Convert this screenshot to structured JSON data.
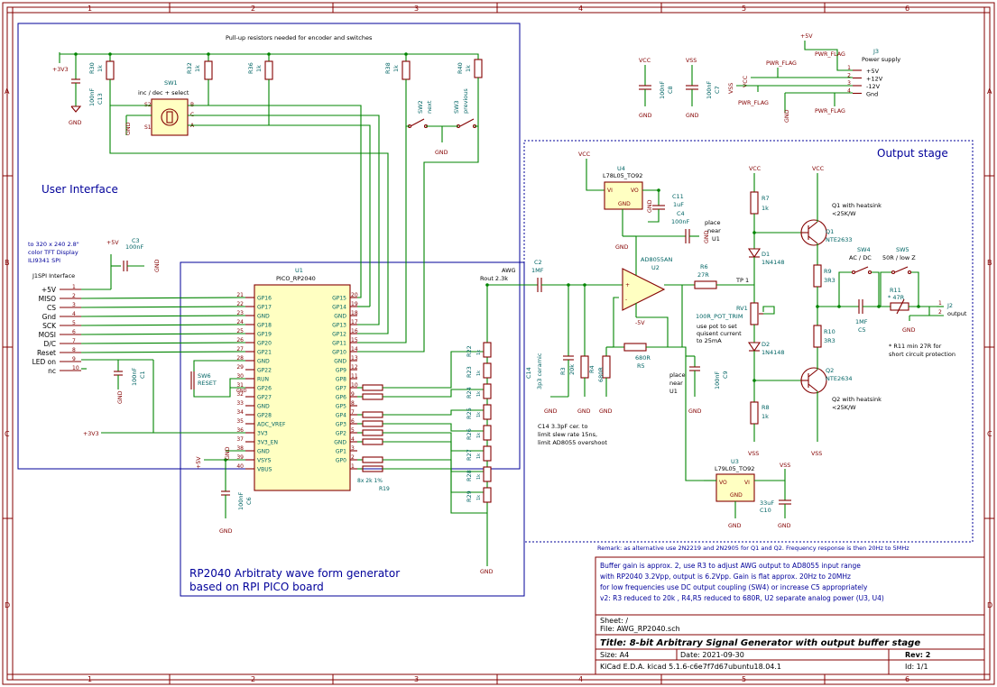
{
  "frame": {
    "cols": [
      "1",
      "2",
      "3",
      "4",
      "5",
      "6"
    ],
    "rows": [
      "A",
      "B",
      "C",
      "D"
    ]
  },
  "boxes": {
    "user_interface": "User Interface",
    "pullups": "Pull-up resistors needed for encoder and switches",
    "rp2040_title_1": "RP2040 Arbitraty wave form generator",
    "rp2040_title_2": "based on RPI PICO board",
    "output_stage": "Output stage"
  },
  "power_labels": {
    "p3v3_1": "+3V3",
    "p3v3_2": "+3V3",
    "p5v_1": "+5V",
    "p5v_2": "+5V",
    "p5v_3": "+5V",
    "vcc_1": "VCC",
    "vcc_2": "VCC",
    "vcc_3": "VCC",
    "vcc_4": "VCC",
    "vcc_5": "VCC",
    "vss_1": "VSS",
    "vss_2": "VSS",
    "vss_3": "VSS",
    "vss_4": "VSS",
    "vss_5": "VSS",
    "gnd": "GND",
    "minus5": "-5V",
    "pwr_flag": "PWR_FLAG"
  },
  "display": {
    "title": "to 320 x 240 2.8\"",
    "line2": "color TFT Display",
    "line3": "ILI9341 SPI",
    "connector": "J1SPI Interface",
    "pins": [
      "+5V",
      "MISO",
      "CS",
      "Gnd",
      "SCK",
      "MOSI",
      "D/C",
      "Reset",
      "LED on",
      "nc"
    ]
  },
  "pico": {
    "ref": "U1",
    "value": "PICO_RP2040",
    "left_pins": [
      "GP16",
      "GP17",
      "GND",
      "GP18",
      "GP19",
      "GP20",
      "GP21",
      "GND",
      "GP22",
      "RUN",
      "GP26",
      "GP27",
      "GND",
      "GP28",
      "ADC_VREF",
      "3V3",
      "3V3_EN",
      "GND",
      "VSYS",
      "VBUS"
    ],
    "left_nums": [
      "21",
      "22",
      "23",
      "24",
      "25",
      "26",
      "27",
      "28",
      "29",
      "30",
      "31",
      "32",
      "33",
      "34",
      "35",
      "36",
      "37",
      "38",
      "39",
      "40"
    ],
    "right_pins": [
      "GP15",
      "GP14",
      "GND",
      "GP13",
      "GP12",
      "GP11",
      "GP10",
      "GND",
      "GP9",
      "GP8",
      "GP7",
      "GP6",
      "GP5",
      "GP4",
      "GP3",
      "GP2",
      "GND",
      "GP1",
      "GP0",
      ""
    ],
    "right_nums": [
      "20",
      "19",
      "18",
      "17",
      "16",
      "15",
      "14",
      "13",
      "12",
      "11",
      "10",
      "9",
      "8",
      "7",
      "6",
      "5",
      "4",
      "3",
      "2",
      "1"
    ]
  },
  "encoder": {
    "ref": "SW1",
    "desc": "inc / dec + select",
    "pins": [
      "S2",
      "S1",
      "B",
      "C",
      "A"
    ]
  },
  "switches": {
    "sw2_ref": "SW2",
    "sw2_val": "next",
    "sw3_ref": "SW3",
    "sw3_val": "previous",
    "sw6_ref": "SW6",
    "sw6_val": "RESET"
  },
  "components": {
    "r30": [
      "R30",
      "1k"
    ],
    "r32": [
      "R32",
      "1k"
    ],
    "r36": [
      "R36",
      "1k"
    ],
    "r38": [
      "R38",
      "1k"
    ],
    "r40": [
      "R40",
      "1k"
    ],
    "c13": [
      "C13",
      "100nF"
    ],
    "c3": [
      "C3",
      "100nF"
    ],
    "c1": [
      "C1",
      "100nF"
    ],
    "c6": [
      "C6",
      "100nF"
    ],
    "c8": [
      "C8",
      "100nF"
    ],
    "c7": [
      "C7",
      "100nF"
    ],
    "c2": [
      "C2",
      "1MF"
    ],
    "c14": [
      "C14",
      "3p3 ceramic"
    ],
    "c9": [
      "C9",
      "100nF"
    ],
    "c11": [
      "C11",
      "1uF"
    ],
    "c4": [
      "C4",
      "100nF"
    ],
    "c10": [
      "C10",
      "33uF"
    ],
    "c5": [
      "C5",
      "1MF"
    ],
    "r3": [
      "R3",
      "20k"
    ],
    "r4": [
      "R4",
      "680R"
    ],
    "r5": [
      "R5",
      "680R"
    ],
    "r6": [
      "R6",
      "27R"
    ],
    "r7": [
      "R7",
      "1k"
    ],
    "r8": [
      "R8",
      "1k"
    ],
    "r9": [
      "R9",
      "3R3"
    ],
    "r10": [
      "R10",
      "3R3"
    ],
    "r11": [
      "R11",
      "* 47R"
    ],
    "rv1": [
      "RV1",
      "100R_POT_TRIM"
    ],
    "d1": [
      "D1",
      "1N4148"
    ],
    "d2": [
      "D2",
      "1N4148"
    ],
    "q1": [
      "Q1",
      "NTE2633"
    ],
    "q2": [
      "Q2",
      "NTE2634"
    ],
    "u2": [
      "U2",
      "AD8055AN"
    ],
    "u3": [
      "U3",
      "L79L05_TO92"
    ],
    "u4": [
      "U4",
      "L78L05_TO92"
    ],
    "j2": [
      "J2",
      "output"
    ],
    "j3": [
      "J3",
      "Power supply"
    ],
    "sw4": [
      "SW4",
      "AC / DC"
    ],
    "sw5": [
      "SW5",
      "50R / low Z"
    ],
    "r19": [
      "R19",
      "8x 2k 1%"
    ],
    "ladder": [
      "R22",
      "R23",
      "R24",
      "R25",
      "R26",
      "R27",
      "R28",
      "R29"
    ]
  },
  "power_supply": {
    "pins": [
      "+5V",
      "+12V",
      "-12V",
      "Gnd"
    ],
    "nums": [
      "1",
      "2",
      "3",
      "4"
    ]
  },
  "notes": {
    "awg": "AWG",
    "rout": "Rout 2.3k",
    "tp1": "TP 1",
    "place_u1": "place\nnear\nU1",
    "place_u1_b": "place\nnear\nU1",
    "rv1_note_1": "use pot to set",
    "rv1_note_2": "quisent current",
    "rv1_note_3": "to 25mA",
    "q1_note_1": "Q1 with heatsink",
    "q1_note_2": "<25K/W",
    "q2_note_1": "Q2 with heatsink",
    "q2_note_2": "<25K/W",
    "c14_note_1": "C14 3.3pF cer. to",
    "c14_note_2": "limit slew rate 15ns,",
    "c14_note_3": "limit AD8055 overshoot",
    "r11_note_1": "* R11 min 27R for",
    "r11_note_2": "short circuit protection",
    "remark": "Remark: as alternative use 2N2219 and 2N2905 for Q1 and Q2. Frequency response is then 20Hz to 5MHz"
  },
  "text_block": [
    "Buffer gain is approx. 2,  use R3 to adjust AWG output to AD8055 input range",
    "with RP2040 3.2Vpp, output is 6.2Vpp. Gain is flat  approx. 20Hz to 20MHz",
    "for low frequencies   use DC output coupling (SW4) or increase C5 appropriately",
    "v2: R3  reduced to 20k ,  R4,R5 reduced to 680R,  U2 separate analog power (U3, U4)"
  ],
  "title_block": {
    "sheet": "Sheet: /",
    "file": "File: AWG_RP2040.sch",
    "title": "Title: 8-bit Arbitrary Signal Generator with output buffer stage",
    "size": "Size: A4",
    "date": "Date: 2021-09-30",
    "rev": "Rev: 2",
    "tool": "KiCad E.D.A.  kicad 5.1.6-c6e7f7d67ubuntu18.04.1",
    "id": "Id: 1/1"
  }
}
